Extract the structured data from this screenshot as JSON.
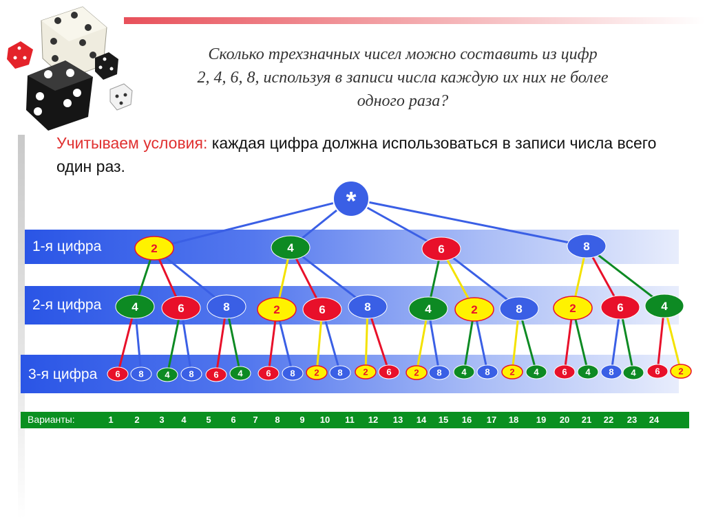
{
  "title": {
    "line1": "Сколько трехзначных чисел можно составить из цифр",
    "line2": "2, 4, 6, 8, используя в записи числа каждую их них не более",
    "line3": "одного раза?"
  },
  "condition": {
    "label": "Учитываем условия:",
    "text": " каждая цифра должна использоваться в записи числа всего один раз."
  },
  "levels": {
    "first": "1-я цифра",
    "second": "2-я цифра",
    "third": "3-я цифра"
  },
  "root": "*",
  "colors": {
    "2": "#fff200",
    "4": "#0d8a23",
    "6": "#e8102a",
    "8": "#3a5fe5",
    "root": "#3a5fe5"
  },
  "tree": [
    {
      "digit": "2",
      "children": [
        {
          "digit": "4",
          "children": [
            "6",
            "8"
          ]
        },
        {
          "digit": "6",
          "children": [
            "4",
            "8"
          ]
        },
        {
          "digit": "8",
          "children": [
            "6",
            "4"
          ]
        }
      ]
    },
    {
      "digit": "4",
      "children": [
        {
          "digit": "2",
          "children": [
            "6",
            "8"
          ]
        },
        {
          "digit": "6",
          "children": [
            "2",
            "8"
          ]
        },
        {
          "digit": "8",
          "children": [
            "2",
            "6"
          ]
        }
      ]
    },
    {
      "digit": "6",
      "children": [
        {
          "digit": "4",
          "children": [
            "2",
            "8"
          ]
        },
        {
          "digit": "2",
          "children": [
            "4",
            "8"
          ]
        },
        {
          "digit": "8",
          "children": [
            "2",
            "4"
          ]
        }
      ]
    },
    {
      "digit": "8",
      "children": [
        {
          "digit": "2",
          "children": [
            "6",
            "4"
          ]
        },
        {
          "digit": "6",
          "children": [
            "8",
            "4"
          ]
        },
        {
          "digit": "4",
          "children": [
            "6",
            "2"
          ]
        }
      ]
    }
  ],
  "variants": {
    "label": "Варианты:",
    "numbers": [
      "1",
      "2",
      "3",
      "4",
      "5",
      "6",
      "7",
      "8",
      "9",
      "10",
      "11",
      "12",
      "13",
      "14",
      "15",
      "16",
      "17",
      "18",
      "19",
      "20",
      "21",
      "22",
      "23",
      "24"
    ]
  }
}
